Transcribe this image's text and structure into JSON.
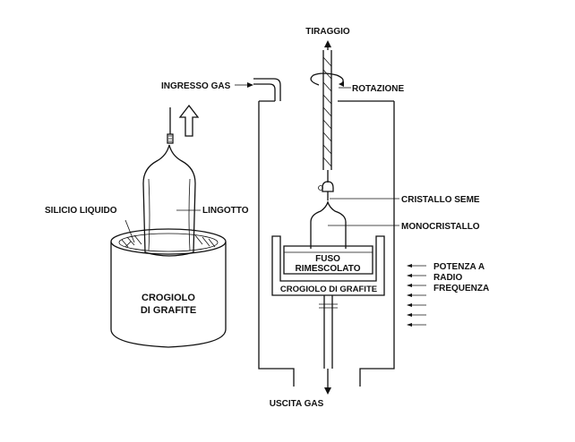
{
  "labels": {
    "tiraggio": "TIRAGGIO",
    "rotazione": "ROTAZIONE",
    "ingresso_gas": "INGRESSO GAS",
    "silicio_liquido": "SILICIO LIQUIDO",
    "lingotto": "LINGOTTO",
    "cristallo_seme": "CRISTALLO SEME",
    "monocristallo": "MONOCRISTALLO",
    "fuso_line1": "FUSO",
    "fuso_line2": "RIMESCOLATO",
    "crogiolo_right": "CROGIOLO  DI  GRAFITE",
    "crogiolo_left_line1": "CROGIOLO",
    "crogiolo_left_line2": "DI GRAFITE",
    "potenza_line1": "POTENZA A",
    "potenza_line2": "RADIO",
    "potenza_line3": "FREQUENZA",
    "uscita_gas": "USCITA GAS"
  },
  "colors": {
    "ink": "#111111",
    "background": "#ffffff"
  }
}
